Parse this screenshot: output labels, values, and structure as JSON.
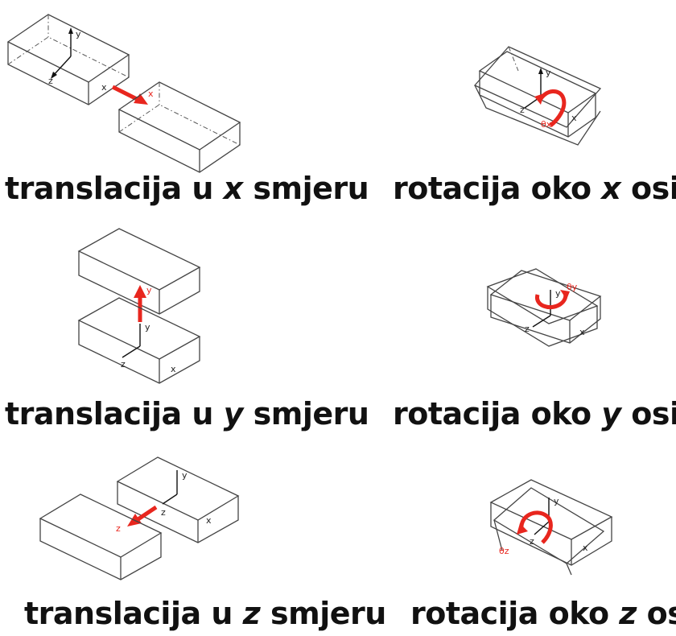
{
  "panels": [
    {
      "id": "tx",
      "caption_pre": "translacija u ",
      "axis": "x",
      "caption_post": " smjeru",
      "arrow_label": "x",
      "axes": [
        "y",
        "z",
        "x"
      ]
    },
    {
      "id": "rx",
      "caption_pre": "rotacija oko ",
      "axis": "x",
      "caption_post": " osi",
      "arrow_label": "θx",
      "axes": [
        "y",
        "z",
        "x"
      ]
    },
    {
      "id": "ty",
      "caption_pre": "translacija u ",
      "axis": "y",
      "caption_post": " smjeru",
      "arrow_label": "y",
      "axes": [
        "y",
        "z",
        "x"
      ]
    },
    {
      "id": "ry",
      "caption_pre": "rotacija oko ",
      "axis": "y",
      "caption_post": " osi",
      "arrow_label": "θy",
      "axes": [
        "y",
        "z",
        "x"
      ]
    },
    {
      "id": "tz",
      "caption_pre": "translacija u ",
      "axis": "z",
      "caption_post": " smjeru",
      "arrow_label": "z",
      "axes": [
        "y",
        "z",
        "x"
      ]
    },
    {
      "id": "rz",
      "caption_pre": "rotacija oko ",
      "axis": "z",
      "caption_post": " osi",
      "arrow_label": "θz",
      "axes": [
        "y",
        "z",
        "x"
      ]
    }
  ],
  "colors": {
    "arrow": "#e8261e",
    "line": "#444444",
    "text": "#111111"
  }
}
